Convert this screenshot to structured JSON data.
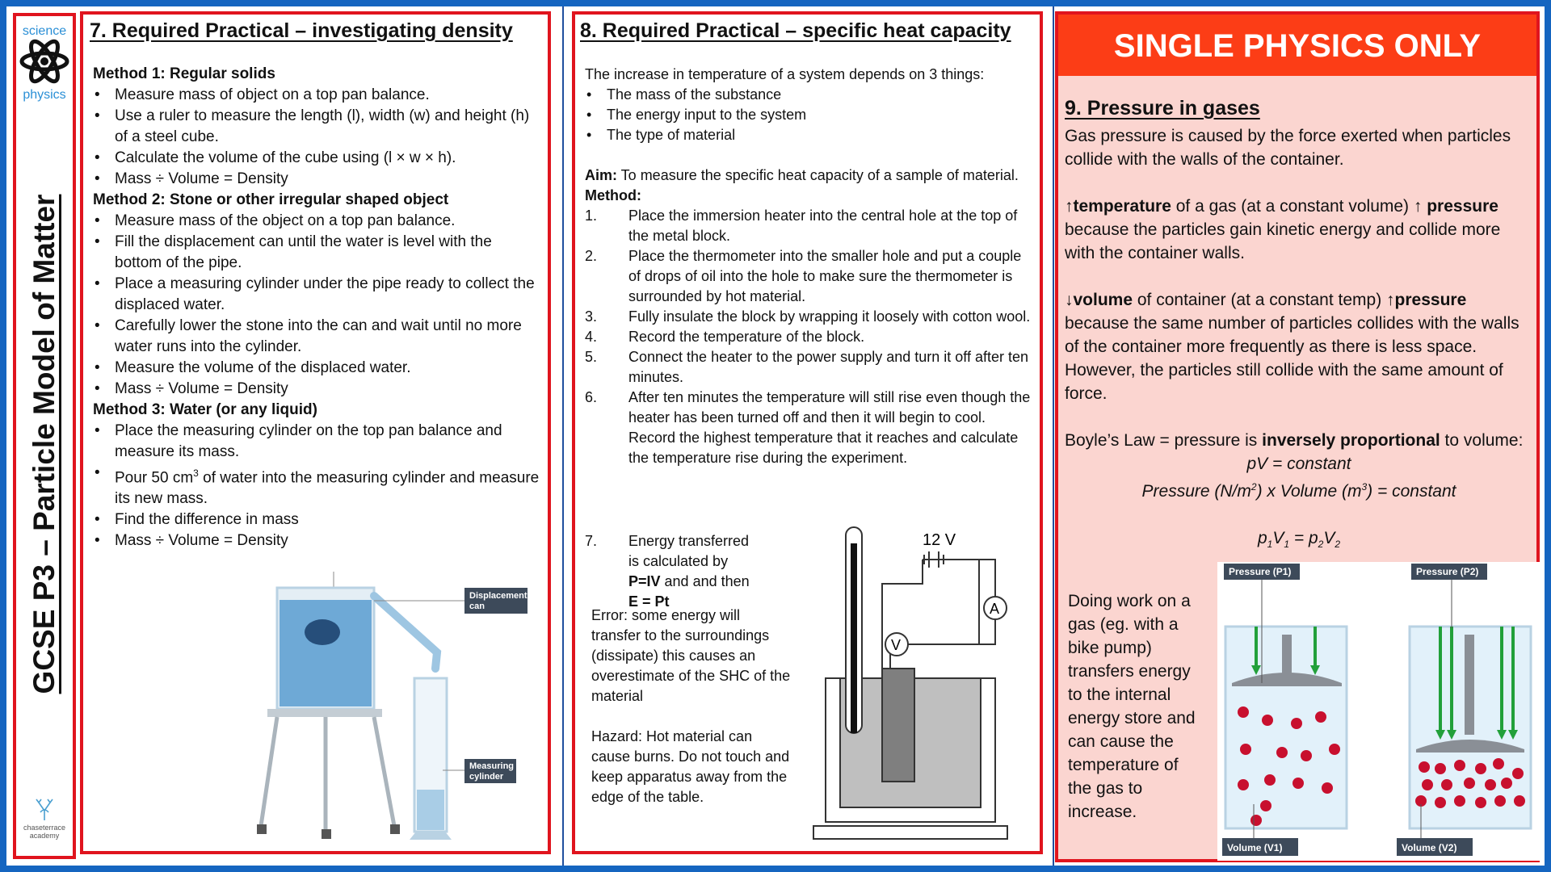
{
  "strip": {
    "logo_top": "science",
    "logo_bottom": "physics",
    "title": "GCSE P3 – Particle Model of Matter",
    "school_line1": "chaseterrace",
    "school_line2": "academy"
  },
  "density": {
    "title": "7. Required Practical – investigating density",
    "m1_heading": "Method 1: Regular solids",
    "m1_items": [
      "Measure mass of object on a top pan balance.",
      "Use a ruler to measure the length (l), width (w) and height (h) of a steel cube.",
      "Calculate the volume of the cube using (l × w × h).",
      "Mass ÷ Volume = Density"
    ],
    "m2_heading": "Method 2: Stone or other irregular shaped object",
    "m2_items": [
      "Measure mass of the object on a top pan balance.",
      "Fill the displacement can until the water is level with the bottom of the pipe.",
      "Place a measuring cylinder under the pipe ready to collect the displaced water.",
      "Carefully lower the stone into the can and wait until no more water runs into the cylinder.",
      "Measure the volume of the displaced water.",
      "Mass ÷ Volume = Density"
    ],
    "m3_heading": "Method 3: Water (or any liquid)",
    "m3_item1": "Place the measuring cylinder on the top pan balance and measure its mass.",
    "m3_item2_a": "Pour 50 cm",
    "m3_item2_sup": "3",
    "m3_item2_b": " of water into the measuring cylinder and measure its new mass.",
    "m3_item3": "Find the difference in mass",
    "m3_item4": "Mass ÷ Volume = Density",
    "label_can_1": "Displacement",
    "label_can_2": "can",
    "label_cyl_1": "Measuring",
    "label_cyl_2": "cylinder"
  },
  "shc": {
    "title": "8. Required Practical – specific heat capacity",
    "intro": "The increase in temperature of a system depends on 3 things:",
    "factors": [
      "The mass of the substance",
      "The energy input to the system",
      "The type of material"
    ],
    "aim_label": "Aim:",
    "aim_text": " To measure the specific heat capacity of a sample of material.",
    "method_label": "Method:",
    "steps": [
      {
        "n": "1.",
        "t": "Place the immersion heater into the central hole at the top of the metal block."
      },
      {
        "n": "2.",
        "t": "Place the thermometer into the smaller hole and put a couple of drops of oil into the hole to make sure the thermometer is surrounded by hot material."
      },
      {
        "n": "3.",
        "t": "Fully insulate the block by wrapping it loosely with cotton wool."
      },
      {
        "n": "4.",
        "t": "Record the temperature of the block."
      },
      {
        "n": "5.",
        "t": "Connect the heater to the power supply and turn it off after ten minutes."
      },
      {
        "n": "6.",
        "t": "After ten minutes the temperature will still rise even though the heater has been turned off and then it will begin to cool. Record the highest temperature that it reaches and calculate the temperature rise during the experiment."
      }
    ],
    "step7_n": "7.",
    "step7_a": "Energy transferred is calculated by ",
    "step7_b": "P=IV",
    "step7_c": " and and then ",
    "step7_d": "E = Pt",
    "error_text": "Error: some energy will transfer to the surroundings (dissipate) this causes an overestimate of the SHC of the material",
    "hazard_text": "Hazard: Hot material can cause burns. Do not touch and keep apparatus away from the edge of the table.",
    "voltage": "12 V",
    "ammeter": "A",
    "voltmeter": "V"
  },
  "gases": {
    "banner": "SINGLE PHYSICS ONLY",
    "title": "9. Pressure in gases",
    "intro": "Gas pressure is caused by the force exerted when particles collide with the walls of the container.",
    "up_arrow": "↑",
    "down_arrow": "↓",
    "temp_word": "temperature",
    "temp_mid": " of a gas (at a constant volume) ",
    "pressure_word": "pressure",
    "temp_rest": "because the particles gain kinetic energy and collide more with the container walls.",
    "vol_word": "volume",
    "vol_mid": " of container (at a constant temp) ",
    "vol_rest": "because the same number of particles collides with the walls of the container more frequently as there is less space. However, the particles still collide with the same amount of force.",
    "boyle_a": "Boyle’s Law = pressure is ",
    "boyle_b": "inversely proportional",
    "boyle_c": " to volume:",
    "eq1": "pV = constant",
    "eq2_a": "Pressure (N/m",
    "eq2_b": ") x Volume (m",
    "eq2_c": ") = constant",
    "sup2": "2",
    "sup3": "3",
    "p_sym": "p",
    "v_sym": "V",
    "sub1": "1",
    "sub2": "2",
    "eq_sign": " = ",
    "work_text": "Doing work on a gas (eg. with a bike pump) transfers energy to the internal energy store and can cause the temperature of the gas to increase.",
    "label_p1": "Pressure (P1)",
    "label_p2": "Pressure (P2)",
    "label_v1": "Volume (V1)",
    "label_v2": "Volume (V2)"
  }
}
